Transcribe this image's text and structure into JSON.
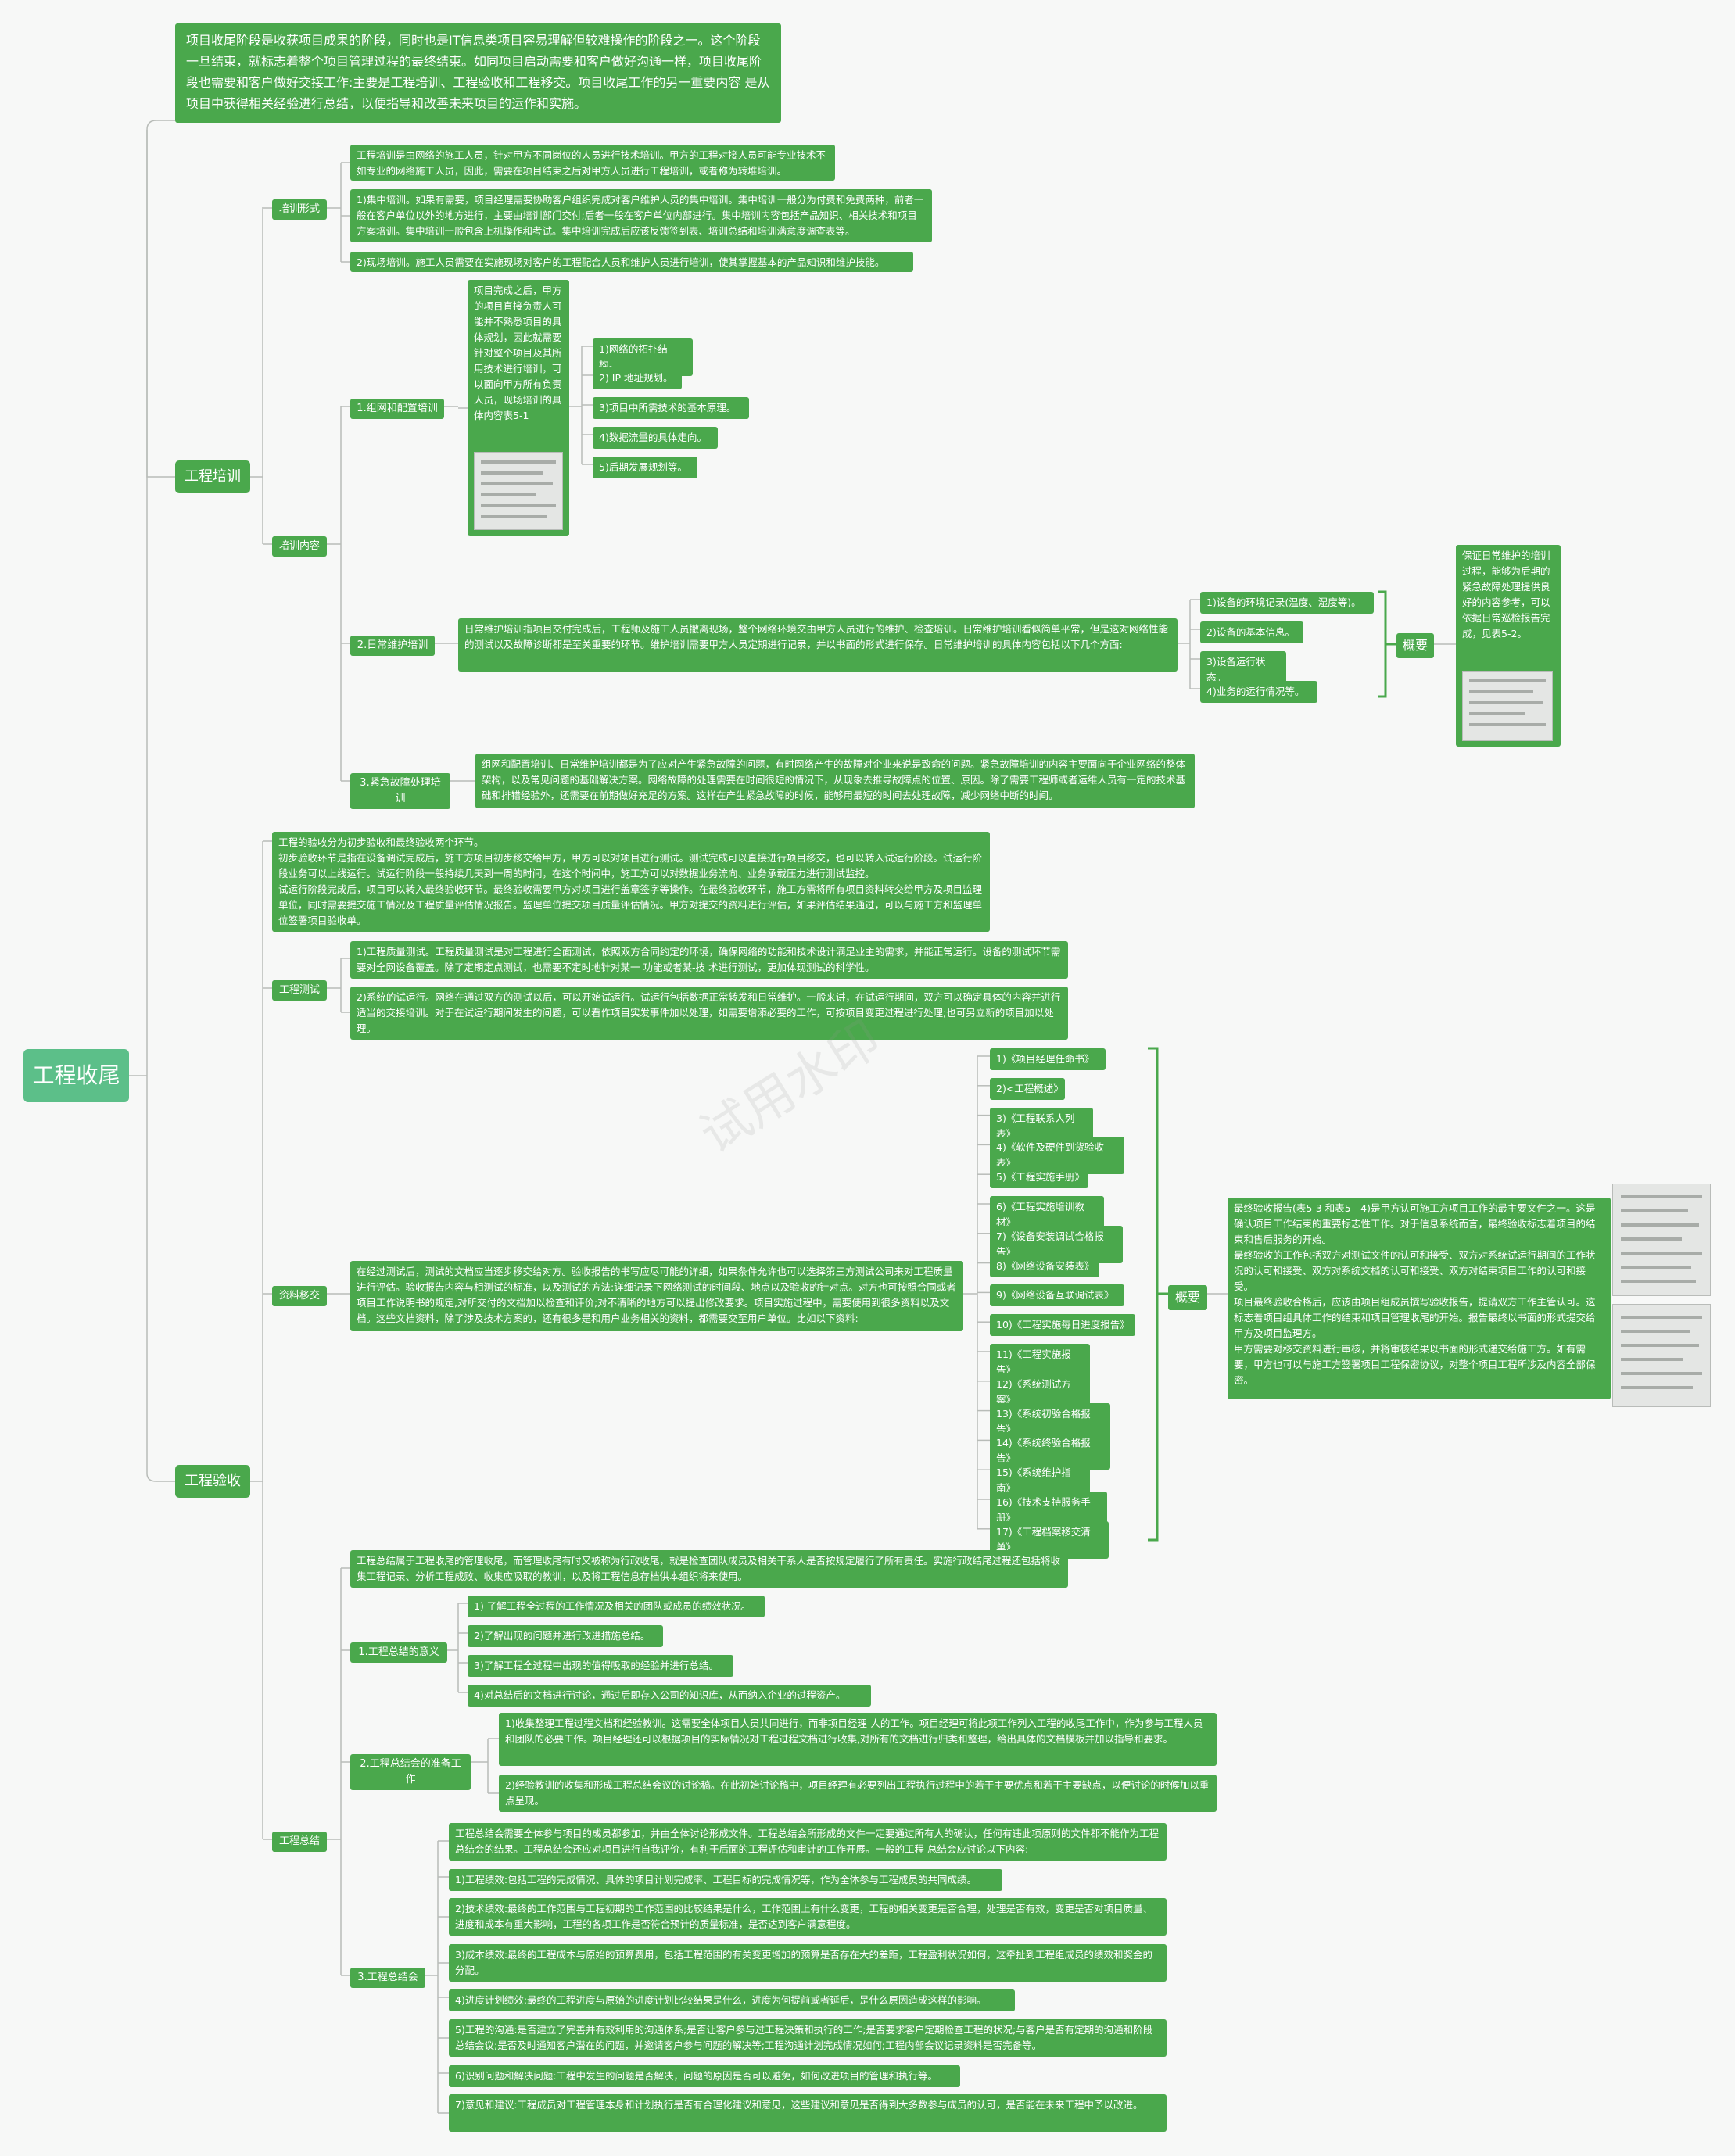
{
  "root": "工程收尾",
  "intro": "项目收尾阶段是收获项目成果的阶段，同时也是IT信息类项目容易理解但较难操作的阶段之一。这个阶段一旦结束，就标志着整个项目管理过程的最终结束。如同项目启动需要和客户做好沟通一样，项目收尾阶段也需要和客户做好交接工作:主要是工程培训、工程验收和工程移交。项目收尾工作的另一重要内容 是从项目中获得相关经验进行总结，以便指导和改善未来项目的运作和实施。",
  "training": {
    "title": "工程培训",
    "form_label": "培训形式",
    "form_items": [
      "工程培训是由网络的施工人员，针对甲方不同岗位的人员进行技术培训。甲方的工程对接人员可能专业技术不如专业的网络施工人员，因此，需要在项目结束之后对甲方人员进行工程培训，或者称为转堆培训。",
      "1)集中培训。如果有需要，项目经理需要协助客户组织完成对客户维护人员的集中培训。集中培训一般分为付费和免费两种，前者一般在客户单位以外的地方进行，主要由培训部门交付;后者一般在客户单位内部进行。集中培训内容包括产品知识、相关技术和项目方案培训。集中培训一般包含上机操作和考试。集中培训完成后应该反馈签到表、培训总结和培训满意度调查表等。",
      "2)现场培训。施工人员需要在实施现场对客户的工程配合人员和维护人员进行培训，使其掌握基本的产品知识和维护技能。"
    ],
    "content_label": "培训内容",
    "network": {
      "label": "1.组网和配置培训",
      "desc": "项目完成之后，甲方的项目直接负责人可能并不熟悉项目的具体规划，因此就需要针对整个项目及其所用技术进行培训，可以面向甲方所有负责人员，现场培训的具体内容表5-1",
      "items": [
        "1)网络的拓扑结构。",
        "2) IP 地址规划。",
        "3)项目中所需技术的基本原理。",
        "4)数据流量的具体走向。",
        "5)后期发展规划等。"
      ]
    },
    "daily": {
      "label": "2.日常维护培训",
      "desc": "日常维护培训指项目交付完成后，工程师及施工人员撤离现场，整个网络环境交由甲方人员进行的维护、检查培训。日常维护培训看似简单平常，但是这对网络性能的测试以及故障诊断都是至关重要的环节。维护培训需要甲方人员定期进行记录，并以书面的形式进行保存。日常维护培训的具体内容包括以下几个方面:",
      "items": [
        "1)设备的环境记录(温度、湿度等)。",
        "2)设备的基本信息。",
        "3)设备运行状态。",
        "4)业务的运行情况等。"
      ],
      "summary_label": "概要",
      "summary_text": "保证日常维护的培训过程，能够为后期的紧急故障处理提供良好的内容参考，可以依据日常巡检报告完成，见表5-2。"
    },
    "emergency": {
      "label": "3.紧急故障处理培训",
      "desc": "组网和配置培训、日常维护培训都是为了应对产生紧急故障的问题，有时网络产生的故障对企业来说是致命的问题。紧急故障培训的内容主要面向于企业网络的整体架构，以及常见问题的基础解决方案。网络故障的处理需要在时间很短的情况下，从现象去推导故障点的位置、原因。除了需要工程师或者运维人员有一定的技术基础和排错经验外，还需要在前期做好充足的方案。这样在产生紧急故障的时候，能够用最短的时间去处理故障，减少网络中断的时间。"
    }
  },
  "acceptance": {
    "title": "工程验收",
    "intro": "工程的验收分为初步验收和最终验收两个环节。\n初步验收环节是指在设备调试完成后，施工方项目初步移交给甲方，甲方可以对项目进行测试。测试完成可以直接进行项目移交，也可以转入试运行阶段。试运行阶段业务可以上线运行。试运行阶段一般持续几天到一周的时间，在这个时间中，施工方可以对数据业务流向、业务承载压力进行测试监控。\n试运行阶段完成后，项目可以转入最终验收环节。最终验收需要甲方对项目进行盖章签字等操作。在最终验收环节，施工方需将所有项目资料转交给甲方及项目监理单位，同时需要提交施工情况及工程质量评估情况报告。监理单位提交项目质量评估情况。甲方对提交的资料进行评估，如果评估结果通过，可以与施工方和监理单位签署项目验收单。",
    "test_label": "工程测试",
    "test_items": [
      "1)工程质量测试。工程质量测试是对工程进行全面测试，依照双方合同约定的环境，确保网络的功能和技术设计满足业主的需求，并能正常运行。设备的测试环节需要对全网设备覆盖。除了定期定点测试，也需要不定时地针对某一 功能或者某-技 术进行测试，更加体现测试的科学性。",
      "2)系统的试运行。网络在通过双方的测试以后，可以开始试运行。试运行包括数据正常转发和日常维护。一般来讲，在试运行期间，双方可以确定具体的内容并进行适当的交接培训。对于在试运行期间发生的问题，可以看作项目实发事件加以处理，如需要增添必要的工作，可按项目变更过程进行处理;也可另立新的项目加以处理。"
    ],
    "handover_label": "资料移交",
    "handover_desc": "在经过测试后，测试的文档应当逐步移交给对方。验收报告的书写应尽可能的详细，如果条件允许也可以选择第三方测试公司来对工程质量进行评估。验收报告内容与相测试的标准，以及测试的方法:详细记录下网络测试的时间段、地点以及验收的针对点。对方也可按照合同或者项目工作说明书的规定,对所交付的文档加以检查和评价;对不清晰的地方可以提出修改要求。项目实施过程中，需要使用到很多资料以及文档。这些文档资料，除了涉及技术方案的，还有很多是和用户业务相关的资料，都需要交至用户单位。比如以下资料:",
    "docs": [
      "1)《项目经理任命书》",
      "2)<工程概述》",
      "3)《工程联系人列表》",
      "4)《软件及硬件到货验收表》",
      "5)《工程实施手册》",
      "6)《工程实施培训教材》",
      "7)《设备安装调试合格报告》",
      "8)《网络设备安装表》",
      "9)《网络设备互联调试表》",
      "10)《工程实施每日进度报告》",
      "11)《工程实施报告》",
      "12)《系统测试方案》",
      "13)《系统初验合格报告》",
      "14)《系统终验合格报告》",
      "15)《系统维护指南》",
      "16)《技术支持服务手册》",
      "17)《工程档案移交清单》"
    ],
    "summary_label": "概要",
    "summary_text": "最终验收报告(表5-3 和表5 - 4)是甲方认可施工方项目工作的最主要文件之一。这是确认项目工作结束的重要标志性工作。对于信息系统而言，最终验收标志着项目的结束和售后服务的开始。\n最终验收的工作包括双方对测试文件的认可和接受、双方对系统试运行期间的工作状况的认可和接受、双方对系统文档的认可和接受、双方对结束项目工作的认可和接受。\n项目最终验收合格后，应该由项目组成员撰写验收报告，提请双方工作主管认可。这标志着项目组具体工作的结束和项目管理收尾的开始。报告最终以书面的形式提交给甲方及项目监理方。\n甲方需要对移交资料进行审核，并将审核结果以书面的形式递交给施工方。如有需要，甲方也可以与施工方签署项目工程保密协议，对整个项目工程所涉及内容全部保密。"
  },
  "summary_branch": {
    "label": "工程总结",
    "intro": "工程总结属于工程收尾的管理收尾，而管理收尾有时又被称为行政收尾，就是检查团队成员及相关干系人是否按规定履行了所有责任。实施行政结尾过程还包括将收集工程记录、分析工程成败、收集应吸取的教训，以及将工程信息存档供本组织将来使用。",
    "meaning": {
      "label": "1.工程总结的意义",
      "items": [
        "1) 了解工程全过程的工作情况及相关的团队或成员的绩效状况。",
        "2)了解出现的问题并进行改进措施总结。",
        "3)了解工程全过程中出现的值得吸取的经验并进行总结。",
        "4)对总结后的文档进行讨论，通过后即存入公司的知识库，从而纳入企业的过程资产。"
      ]
    },
    "prep": {
      "label": "2.工程总结会的准备工作",
      "items": [
        "1)收集整理工程过程文档和经验教训。这需要全体项目人员共同进行，而非项目经理-人的工作。项目经理可将此项工作列入工程的收尾工作中，作为参与工程人员和团队的必要工作。项目经理还可以根据项目的实际情况对工程过程文档进行收集,对所有的文档进行归类和整理，给出具体的文档模板并加以指导和要求。",
        "2)经验教训的收集和形成工程总结会议的讨论稿。在此初始讨论稿中，项目经理有必要列出工程执行过程中的若干主要优点和若干主要缺点，以便讨论的时候加以重点呈现。"
      ]
    },
    "meeting": {
      "label": "3.工程总结会",
      "intro": "工程总结会需要全体参与项目的成员都参加，并由全体讨论形成文件。工程总结会所形成的文件一定要通过所有人的确认，任何有违此项原则的文件都不能作为工程总结会的结果。工程总结会还应对项目进行自我评价，有利于后面的工程评估和审计的工作开展。一般的工程 总结会应讨论以下内容:",
      "items": [
        "1)工程绩效:包括工程的完成情况、具体的项目计划完成率、工程目标的完成情况等，作为全体参与工程成员的共同成绩。",
        "2)技术绩效:最终的工作范围与工程初期的工作范围的比较结果是什么，工作范围上有什么变更，工程的相关变更是否合理，处理是否有效，变更是否对项目质量、进度和成本有重大影响，工程的各项工作是否符合预计的质量标准，是否达到客户满意程度。",
        "3)成本绩效:最终的工程成本与原始的预算费用，包括工程范围的有关变更增加的预算是否存在大的差距，工程盈利状况如何，这牵扯到工程组成员的绩效和奖金的分配。",
        "4)进度计划绩效:最终的工程进度与原始的进度计划比较结果是什么，进度为何提前或者延后，是什么原因造成这样的影响。",
        "5)工程的沟通:是否建立了完善并有效利用的沟通体系;是否让客户参与过工程决策和执行的工作;是否要求客户定期检查工程的状况;与客户是否有定期的沟通和阶段总结会议;是否及时通知客户潜在的问题，并邀请客户参与问题的解决等;工程沟通计划完成情况如何;工程内部会议记录资料是否完备等。",
        "6)识别问题和解决问题:工程中发生的问题是否解决，问题的原因是否可以避免，如何改进项目的管理和执行等。",
        "7)意见和建议:工程成员对工程管理本身和计划执行是否有合理化建议和意见，这些建议和意见是否得到大多数参与成员的认可，是否能在未来工程中予以改进。"
      ]
    }
  },
  "watermark": "试用水印",
  "colors": {
    "node": "#4aa84c",
    "root": "#5cbf89",
    "line": "#b8bcb8",
    "bracket": "#4aa84c"
  }
}
